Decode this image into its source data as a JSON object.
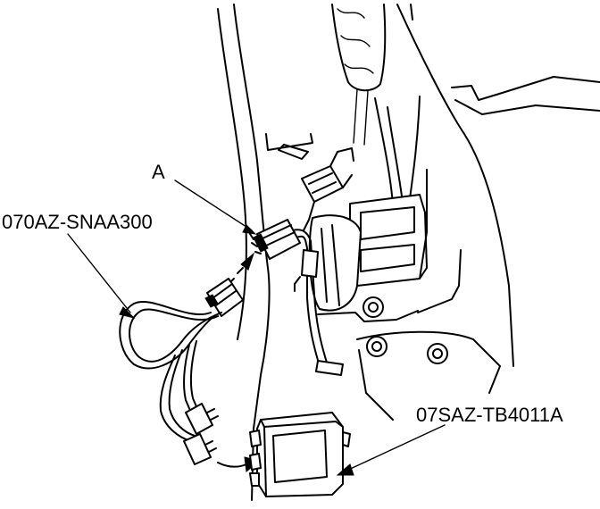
{
  "callouts": {
    "connector_a": "A",
    "harness_part": "070AZ-SNAA300",
    "tool_part": "07SAZ-TB4011A"
  }
}
